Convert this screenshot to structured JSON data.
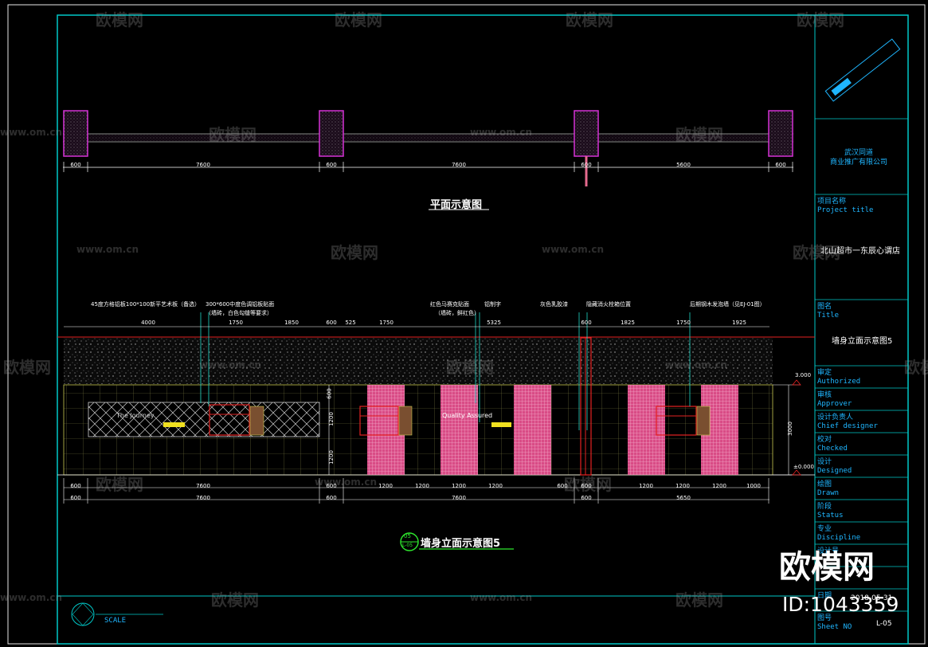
{
  "plan": {
    "title": "平面示意图",
    "dims": [
      "600",
      "7600",
      "600",
      "7600",
      "600",
      "5600",
      "600"
    ]
  },
  "elevation": {
    "title": "墙身立面示意图5",
    "title_badge_top": "05",
    "title_badge_bottom": "L-05",
    "notes": [
      "45度方格铝板100*100新平艺术板（备选）",
      "300*600中度色调铝板贴面",
      "（墙砖，白色勾缝等要求）",
      "红色马赛克贴面",
      "（墙砖，鲜红色）",
      "铝制字",
      "灰色乳胶漆",
      "隐藏消火栓箱位置",
      "后期钢木发泡墙（见EJ-01图）"
    ],
    "top_dims": [
      "4000",
      "1750",
      "1850",
      "600",
      "525",
      "1750",
      "5325",
      "600",
      "1825",
      "1750",
      "1925"
    ],
    "bottom_dims_1": [
      "600",
      "7600",
      "600",
      "1200",
      "1200",
      "1200",
      "1200",
      "600",
      "600",
      "1200",
      "1200",
      "1200",
      "1000"
    ],
    "bottom_dims_2": [
      "600",
      "7600",
      "600",
      "7600",
      "600",
      "5650"
    ],
    "left_dims": [
      "600",
      "1200",
      "1200"
    ],
    "level_top": "3.000",
    "level_bottom": "±0.000",
    "right_dim": "3000",
    "sign_text_1": "The Journey",
    "sign_text_2": "Quality Assured"
  },
  "title_block": {
    "company_line1": "武汉同道",
    "company_line2": "商业推广有限公司",
    "project_label_cn": "项目名称",
    "project_label_en": "Project title",
    "project_value": "北山超市一东辰心谓店",
    "title_label_cn": "图名",
    "title_label_en": "Title",
    "title_value": "墙身立面示意图5",
    "rows": [
      {
        "cn": "审定",
        "en": "Authorized"
      },
      {
        "cn": "审核",
        "en": "Approver"
      },
      {
        "cn": "设计负责人",
        "en": "Chief designer"
      },
      {
        "cn": "校对",
        "en": "Checked"
      },
      {
        "cn": "设计",
        "en": "Designed"
      },
      {
        "cn": "绘图",
        "en": "Drawn"
      },
      {
        "cn": "阶段",
        "en": "Status"
      },
      {
        "cn": "专业",
        "en": "Discipline"
      },
      {
        "cn": "设计号",
        "en": ""
      },
      {
        "cn": "日期",
        "en": ""
      },
      {
        "cn": "图号",
        "en": "Sheet NO"
      }
    ],
    "date_value": "2018-05-31",
    "sheet_value": "L-05"
  },
  "scale_label": "SCALE",
  "watermark": {
    "brand": "欧模网",
    "url": "www.om.cn",
    "big_brand": "欧模网",
    "id": "ID:1043359"
  }
}
